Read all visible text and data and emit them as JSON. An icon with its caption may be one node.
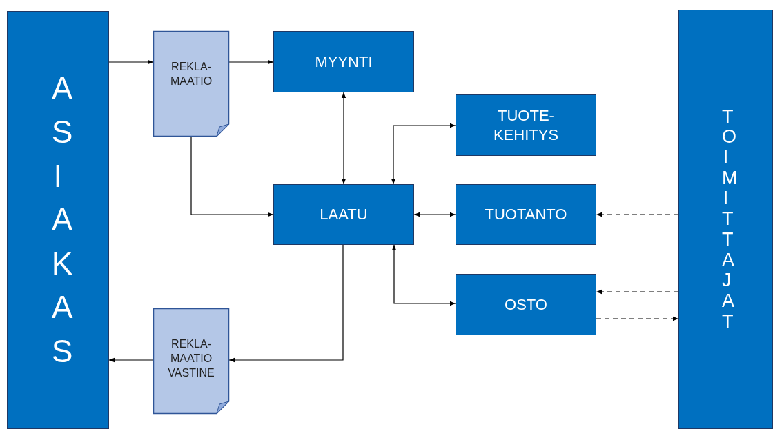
{
  "diagram": {
    "nodes": [
      {
        "text": [
          "ASIAKAS"
        ]
      },
      {
        "text": [
          "REKLA- MAATIO"
        ]
      },
      {
        "text": [
          "MYYNTI"
        ]
      },
      {
        "text": [
          "TUOTE- KEHITYS"
        ]
      },
      {
        "text": [
          "LAATU"
        ]
      },
      {
        "text": [
          "TUOTANTO"
        ]
      },
      {
        "text": [
          "OSTO"
        ]
      },
      {
        "text": [
          "REKLA- MAATIO VASTINE"
        ]
      },
      {
        "text": [
          "TOIMITTAJAT"
        ]
      }
    ],
    "edges": [
      {
        "from": 0,
        "to": 1,
        "arrow": "to"
      },
      {
        "from": 1,
        "to": 2,
        "arrow": "to"
      },
      {
        "from": 1,
        "to": 4,
        "arrow": "to"
      },
      {
        "from": 2,
        "to": 4,
        "arrow": "both"
      },
      {
        "from": 4,
        "to": 3,
        "arrow": "both"
      },
      {
        "from": 4,
        "to": 5,
        "arrow": "both"
      },
      {
        "from": 4,
        "to": 6,
        "arrow": "both"
      },
      {
        "from": 4,
        "to": 7,
        "arrow": "to"
      },
      {
        "from": 7,
        "to": 0,
        "arrow": "to"
      },
      {
        "from": 8,
        "to": 5,
        "arrow": "to",
        "style": "dashed"
      },
      {
        "from": 8,
        "to": 6,
        "arrow": "to",
        "style": "dashed"
      },
      {
        "from": 6,
        "to": 8,
        "arrow": "to",
        "style": "dashed"
      }
    ]
  }
}
